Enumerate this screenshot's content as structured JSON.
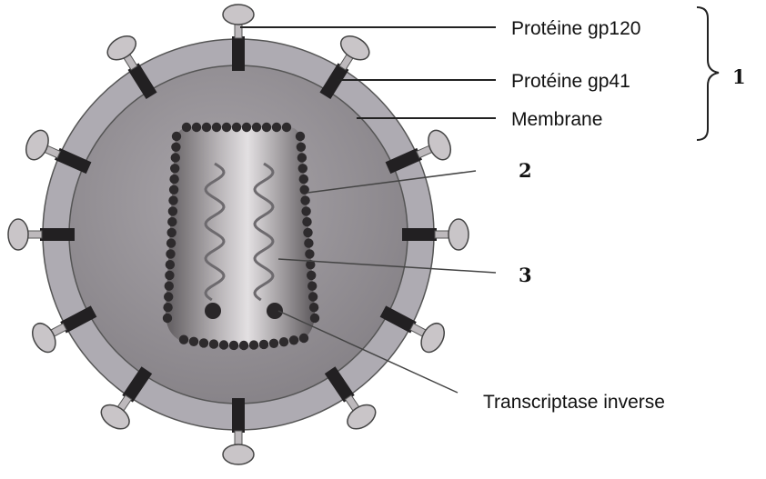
{
  "labels": {
    "gp120": "Protéine gp120",
    "gp41": "Protéine gp41",
    "membrane": "Membrane",
    "transcriptase": "Transcriptase inverse",
    "group_1": "1",
    "num_2": "2",
    "num_3": "3"
  },
  "colors": {
    "outer_membrane": "#aeabb2",
    "inner_body": "#8f8b90",
    "capsid": "#7a7679",
    "capsid_beads": "#2e2b2d",
    "spike_head": "#c9c5c8",
    "stem": "#222022",
    "rna": "#6d6a6e",
    "line": "#222"
  }
}
